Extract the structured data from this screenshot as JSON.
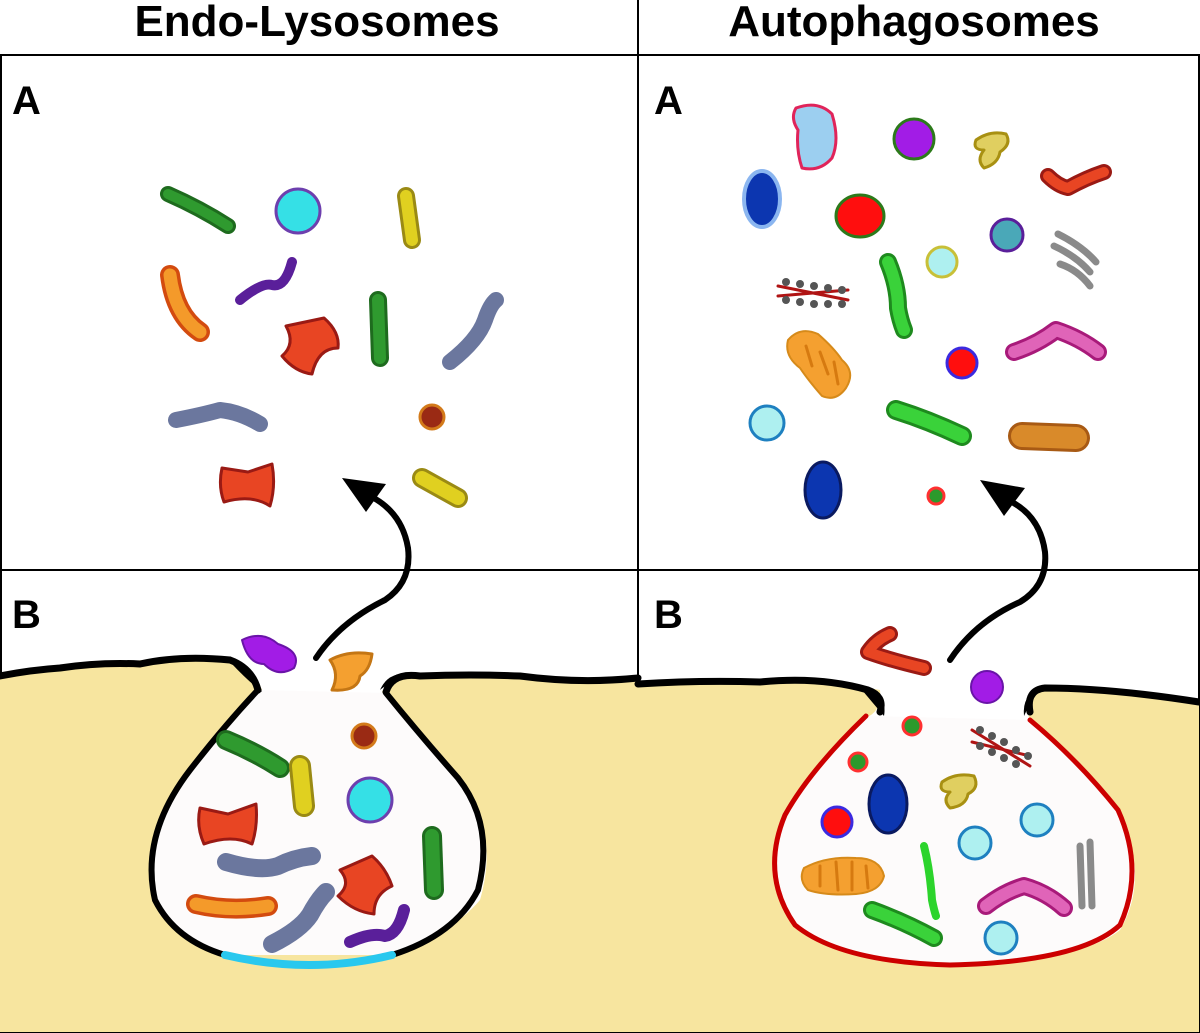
{
  "columns": [
    {
      "title": "Endo-Lysosomes",
      "panels": [
        {
          "letter": "A"
        },
        {
          "letter": "B"
        }
      ],
      "membrane_color": "#000000",
      "accent_color": "#29c8ee"
    },
    {
      "title": "Autophagosomes",
      "panels": [
        {
          "letter": "A"
        },
        {
          "letter": "B"
        }
      ],
      "membrane_color": "#cc0000"
    }
  ],
  "colors": {
    "cytoplasm": "#f7e59f",
    "vesicle_lumen": "#fdfbfb",
    "grid_line": "#000000",
    "arrow": "#000000"
  }
}
